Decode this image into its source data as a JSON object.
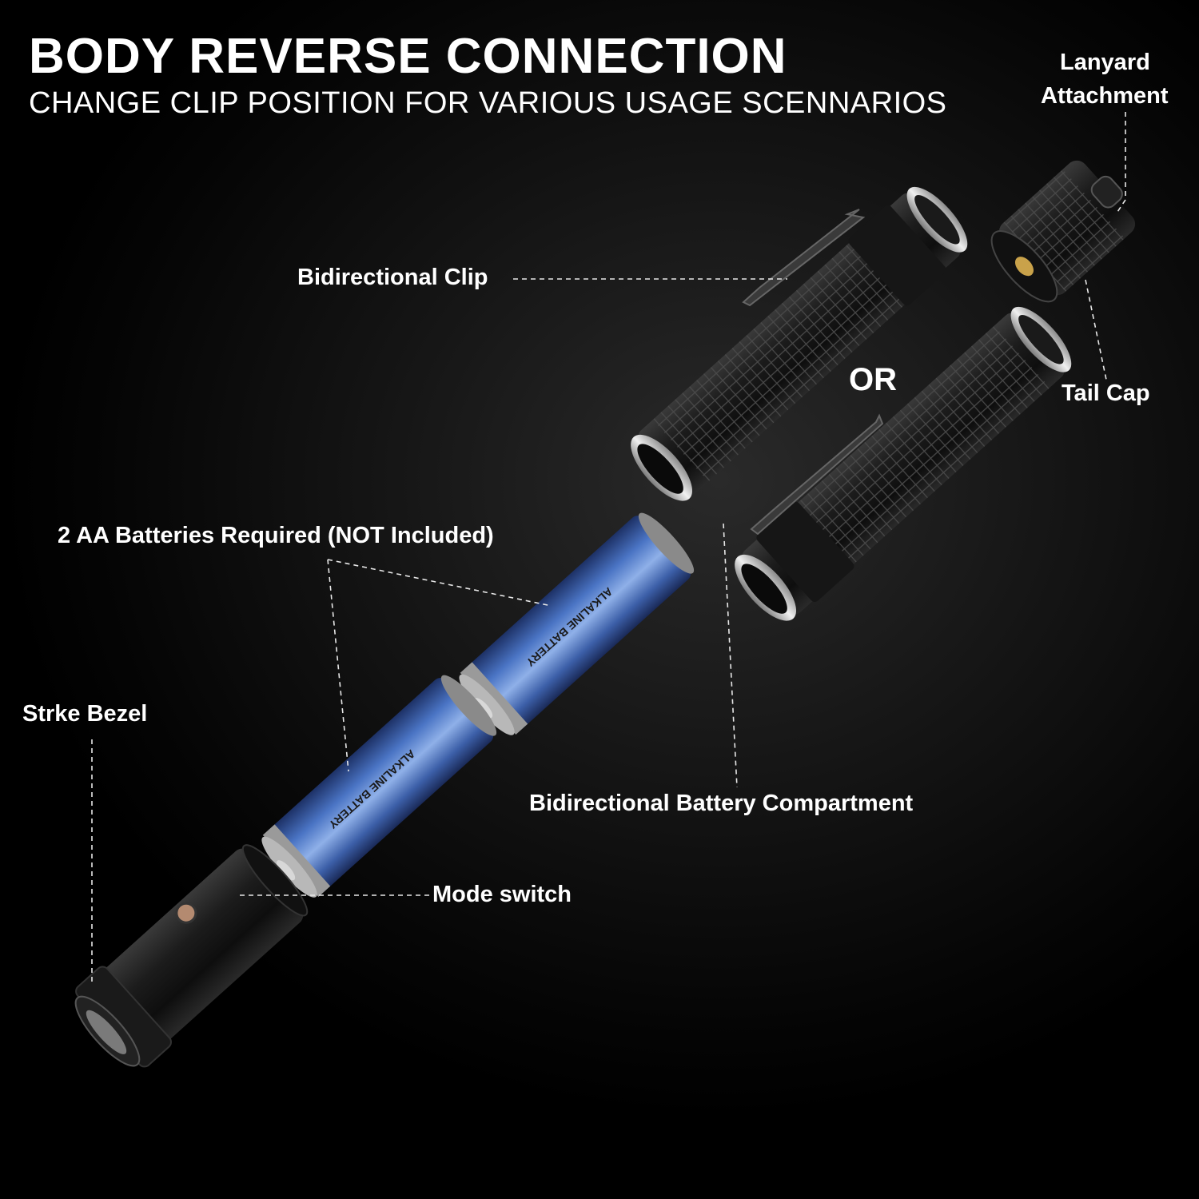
{
  "header": {
    "title": "BODY REVERSE CONNECTION",
    "subtitle": "CHANGE CLIP POSITION FOR VARIOUS USAGE SCENNARIOS"
  },
  "labels": {
    "lanyard_line1": "Lanyard",
    "lanyard_line2": "Attachment",
    "clip": "Bidirectional Clip",
    "tail_cap": "Tail Cap",
    "or": "OR",
    "batteries": "2 AA Batteries Required (NOT Included)",
    "strike_bezel": "Strke Bezel",
    "battery_compartment": "Bidirectional Battery Compartment",
    "mode_switch": "Mode switch"
  },
  "battery": {
    "text": "ALKALINE BATTERY"
  },
  "colors": {
    "background": "#000000",
    "text": "#ffffff",
    "battery_blue": "#3a5fa8",
    "body_black": "#1a1a1a",
    "thread_silver": "#c8c8c8"
  }
}
